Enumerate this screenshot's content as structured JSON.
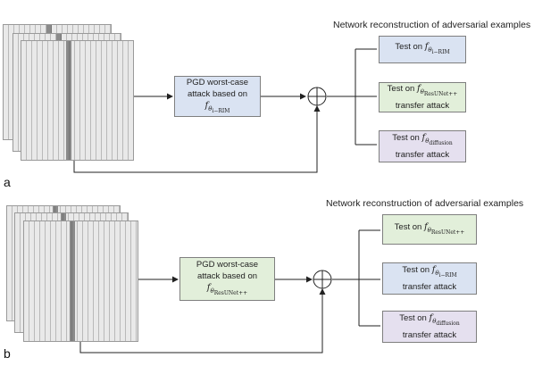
{
  "panels": [
    {
      "label": "a",
      "header": "Network reconstruction of adversarial examples",
      "attack": {
        "line1": "PGD worst-case",
        "line2": "attack based on",
        "func_sub": "i−RIM",
        "color": "#dae3f2"
      },
      "tests": [
        {
          "prefix": "Test on",
          "func_sub": "i−RIM",
          "suffix": "",
          "color": "#dae3f2"
        },
        {
          "prefix": "Test on",
          "func_sub": "ResUNet++",
          "suffix": "transfer attack",
          "color": "#e2efda"
        },
        {
          "prefix": "Test on",
          "func_sub": "diffusion",
          "suffix": "transfer attack",
          "color": "#e5e0ef"
        }
      ]
    },
    {
      "label": "b",
      "header": "Network reconstruction of adversarial examples",
      "attack": {
        "line1": "PGD worst-case",
        "line2": "attack based on",
        "func_sub": "ResUNet++",
        "color": "#e2efda"
      },
      "tests": [
        {
          "prefix": "Test on",
          "func_sub": "ResUNet++",
          "suffix": "",
          "color": "#e2efda"
        },
        {
          "prefix": "Test on",
          "func_sub": "i−RIM",
          "suffix": "transfer attack",
          "color": "#dae3f2"
        },
        {
          "prefix": "Test on",
          "func_sub": "diffusion",
          "suffix": "transfer attack",
          "color": "#e5e0ef"
        }
      ]
    }
  ]
}
